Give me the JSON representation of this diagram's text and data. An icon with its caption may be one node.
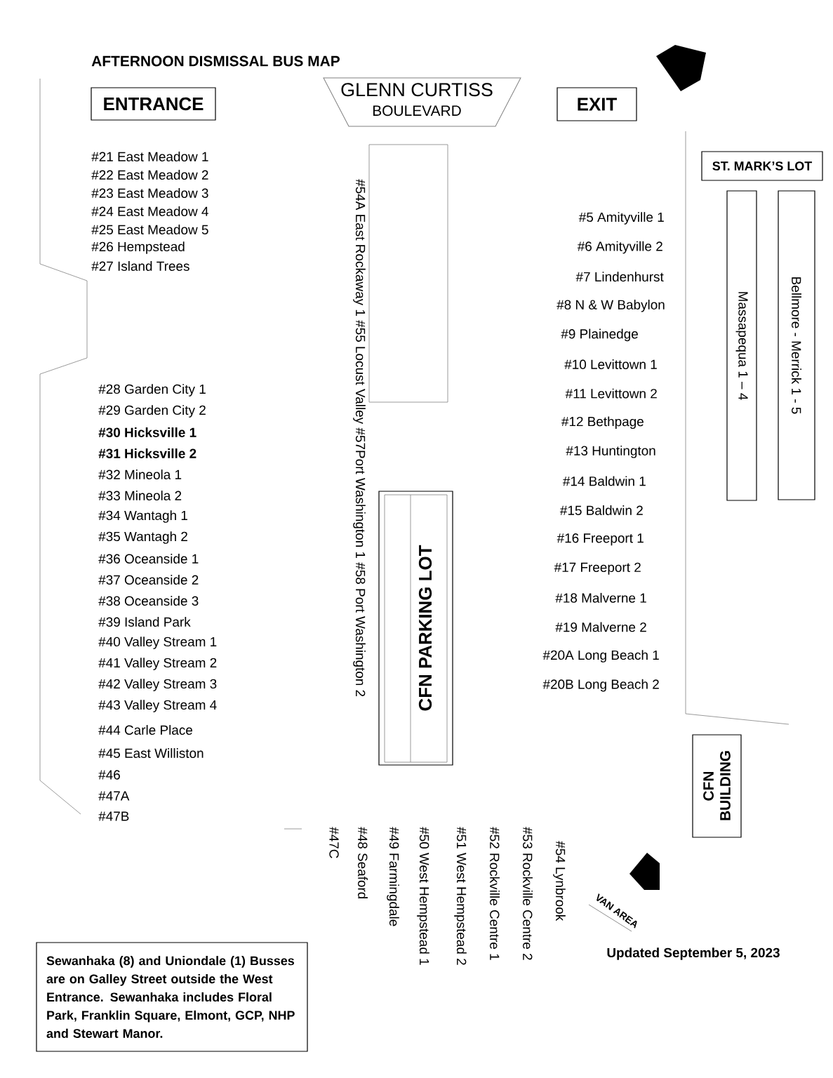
{
  "diagram": {
    "title": "AFTERNOON DISMISSAL BUS MAP",
    "nodes": [
      {
        "text": [
          "ENTRANCE"
        ]
      },
      {
        "text": [
          "GLENN CURTISS",
          "BOULEVARD"
        ]
      },
      {
        "text": [
          "EXIT"
        ]
      },
      {
        "text": [
          "ST. MARK’S LOT"
        ]
      },
      {
        "text": [
          "Massapequa 1 – 4"
        ]
      },
      {
        "text": [
          "Bellmore - Merrick 1 - 5"
        ]
      },
      {
        "text": [
          "CFN PARKING LOT"
        ]
      },
      {
        "text": [
          "CFN BUILDING"
        ]
      },
      {
        "text": [
          "Sewanhaka (8) and Uniondale (1) Busses are on Galley Street outside the West Entrance. Sewanhaka includes Floral Park, Franklin Square, Elmont, GCP, NHP and Stewart Manor."
        ]
      },
      {
        "text": [],
        "shape": "box"
      }
    ],
    "labels": [
      "#21 East Meadow 1",
      "#22 East Meadow 2",
      "#23 East Meadow 3",
      "#24 East Meadow 4",
      "#25 East Meadow 5",
      "#26 Hempstead",
      "#27 Island Trees",
      "#28 Garden City 1",
      "#29 Garden City 2",
      "#30 Hicksville 1",
      "#31 Hicksville 2",
      "#32 Mineola 1",
      "#33 Mineola 2",
      "#34 Wantagh 1",
      "#35 Wantagh 2",
      "#36 Oceanside 1",
      "#37 Oceanside 2",
      "#38 Oceanside 3",
      "#39 Island Park",
      "#40 Valley Stream 1",
      "#41 Valley Stream 2",
      "#42 Valley Stream 3",
      "#43 Valley Stream 4",
      "#44 Carle Place",
      "#45 East Williston",
      "#46",
      "#47A",
      "#47B",
      "#5 Amityville 1",
      "#6 Amityville 2",
      "#7 Lindenhurst",
      "#8 N & W Babylon",
      "#9 Plainedge",
      "#10 Levittown 1",
      "#11 Levittown 2",
      "#12 Bethpage",
      "#13 Huntington",
      "#14 Baldwin 1",
      "#15 Baldwin 2",
      "#16 Freeport 1",
      "#17 Freeport 2",
      "#18 Malverne 1",
      "#19 Malverne 2",
      "#20A Long Beach 1",
      "#20B Long Beach 2",
      "#54A East Rockaway 1 #55 Locust Valley #57Port Washington 1 #58 Port Washington 2",
      "#47C",
      "#48 Seaford",
      "#49 Farmingdale",
      "#50 West Hempstead 1",
      "#51 West Hempstead 2",
      "#52 Rockville Centre 1",
      "#53 Rockville Centre 2",
      "#54 Lynbrook",
      "VAN AREA",
      "Updated September 5, 2023"
    ]
  }
}
